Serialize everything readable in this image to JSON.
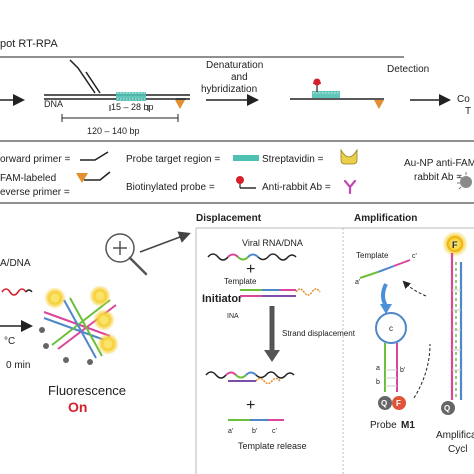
{
  "panel_a": {
    "title_fragment": "pot RT-RPA",
    "dna_label": "DNA",
    "target_size": "15 – 28 bp",
    "amplicon_size": "120 – 140 bp",
    "step_denat_1": "Denaturation",
    "step_denat_2": "and",
    "step_denat_3": "hybridization",
    "step_detection": "Detection",
    "cut_text_1": "Co",
    "cut_text_2": "T"
  },
  "legend": {
    "forward_primer": "orward primer =",
    "probe_target": "Probe target region =",
    "streptavidin": "Streptavidin =",
    "aunp_1": "Au-NP anti-FAM",
    "aunp_2": "rabbit Ab =",
    "fam_1": "FAM-labeled",
    "fam_2": "everse primer =",
    "biotin_probe": "Biotinylated probe =",
    "anti_rabbit": "Anti-rabbit Ab ="
  },
  "panel_b": {
    "rna_label": "A/DNA",
    "temp_label": "°C",
    "time_label": "0 min",
    "fluorescence": "Fluorescence",
    "on_label": "On",
    "displacement_title": "Displacement",
    "amplification_title": "Amplification",
    "viral_label": "Viral RNA/DNA",
    "template_label": "Template",
    "initiator_label": "Initiator",
    "ina_label": "INA",
    "strand_label": "Strand displacement",
    "template_release": "Template release",
    "amp_template_label": "Template",
    "probe_label": "Probe",
    "probe_id": "M1",
    "amp_cycle_1": "Amplifica",
    "amp_cycle_2": "Cycl",
    "plus_sign": "+",
    "seg_a": "a",
    "seg_a_prime": "a'",
    "seg_b": "b",
    "seg_b_prime": "b'",
    "seg_c": "c",
    "seg_c_prime": "c'",
    "fam_letter": "F",
    "quencher_letter": "Q"
  },
  "colors": {
    "probe_target": "#4fc1b3",
    "orange_primer": "#e38f2f",
    "biotin_red": "#d6202b",
    "streptavidin": "#e9cf4b",
    "anti_rabbit": "#c14ab2",
    "ina_purple": "#7b4fa8",
    "green_seg": "#6cbf3a",
    "blue_seg": "#4f87c8",
    "pink_seg": "#d9469a",
    "fluor_yellow": "#f6cf36",
    "arrow_blue": "#4a90d9"
  }
}
